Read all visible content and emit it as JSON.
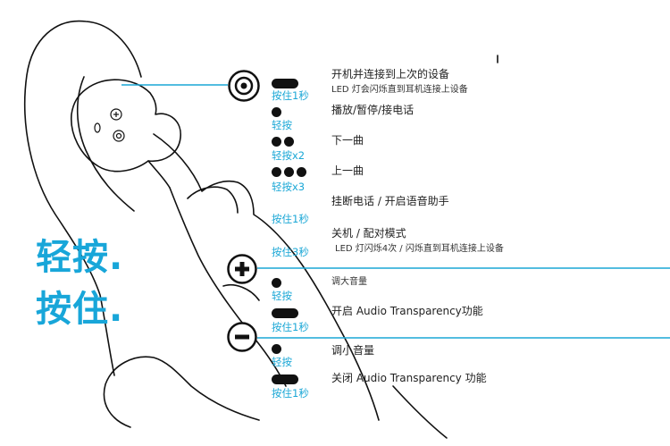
{
  "big_labels": {
    "tap": "轻按.",
    "hold": "按住."
  },
  "sections": {
    "center": {
      "icon": "center-button-icon",
      "rows": [
        {
          "gesture": "按住1秒",
          "marker": "long-press",
          "action": "开机并连接到上次的设备",
          "note": "LED 灯会闪烁直到耳机连接上设备"
        },
        {
          "gesture": "轻按",
          "marker": "single-tap",
          "action": "播放/暂停/接电话"
        },
        {
          "gesture": "轻按x2",
          "marker": "double-tap",
          "action": "下一曲"
        },
        {
          "gesture": "轻按x3",
          "marker": "triple-tap",
          "action": "上一曲"
        },
        {
          "gesture": "按住1秒",
          "action": "挂断电话 / 开启语音助手"
        },
        {
          "gesture": "按住3秒",
          "action": "关机 / 配对模式",
          "note": "LED 灯闪烁4次 / 闪烁直到耳机连接上设备"
        }
      ]
    },
    "plus": {
      "icon": "plus-button-icon",
      "rows": [
        {
          "gesture": "轻按",
          "marker": "single-tap",
          "action": "调大音量"
        },
        {
          "gesture": "按住1秒",
          "marker": "long-press",
          "action": "开启 Audio Transparency功能"
        }
      ]
    },
    "minus": {
      "icon": "minus-button-icon",
      "rows": [
        {
          "gesture": "轻按",
          "marker": "single-tap",
          "action": "调小音量"
        },
        {
          "gesture": "按住1秒",
          "marker": "long-press",
          "action": "关闭 Audio Transparency 功能"
        }
      ]
    }
  },
  "colors": {
    "accent": "#18a6d9",
    "line": "#1aa7d6",
    "ink": "#111111"
  }
}
